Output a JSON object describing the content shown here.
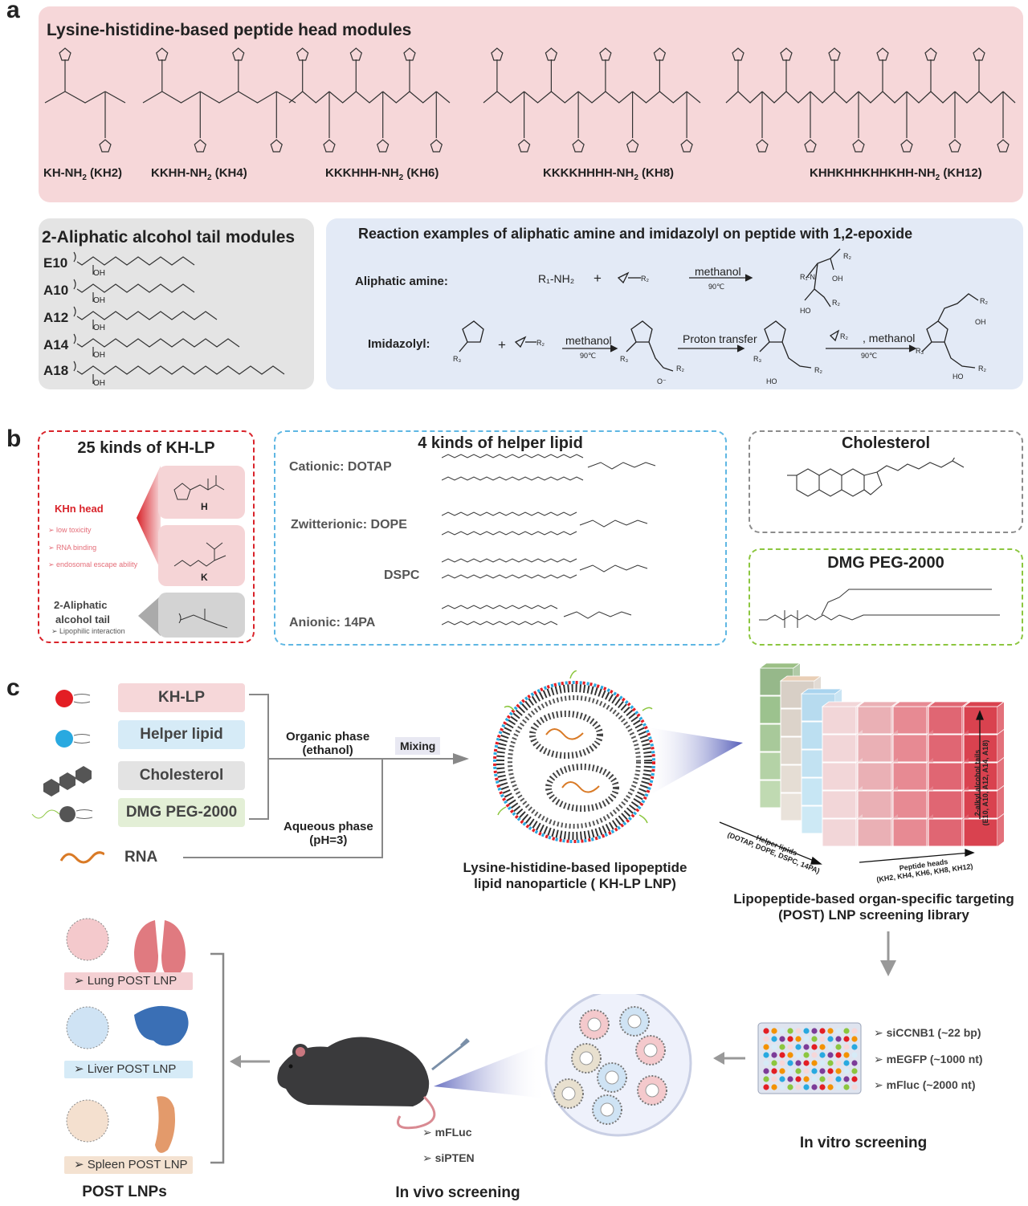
{
  "panel_a": {
    "letter": "a",
    "head_title": "Lysine-histidine-based peptide head modules",
    "heads": [
      {
        "name": "KH-NH",
        "sub": "2",
        "paren": " (KH2)"
      },
      {
        "name": "KKHH-NH",
        "sub": "2",
        "paren": " (KH4)"
      },
      {
        "name": "KKKHHH-NH",
        "sub": "2",
        "paren": " (KH6)"
      },
      {
        "name": "KKKKHHHH-NH",
        "sub": "2",
        "paren": " (KH8)"
      },
      {
        "name": "KHHKHHKHHKHH-NH",
        "sub": "2",
        "paren": " (KH12)"
      }
    ],
    "tail_title": "2-Aliphatic alcohol tail modules",
    "tails": [
      "E10",
      "A10",
      "A12",
      "A14",
      "A18"
    ],
    "oh": "OH",
    "reaction_title": "Reaction examples of aliphatic amine and imidazolyl on peptide with 1,2-epoxide",
    "aliphatic_label": "Aliphatic amine:",
    "imidazolyl_label": "Imidazolyl:",
    "methanol": "methanol",
    "temp": "90℃",
    "proton_transfer": "Proton transfer",
    "methanol_r2": ", methanol",
    "r1nh2": "R₁-NH₂",
    "plus": "+",
    "r2": "R₂",
    "r3": "R₃",
    "ho": "HO"
  },
  "panel_b": {
    "letter": "b",
    "khlp_title": "25 kinds of KH-LP",
    "khn_head": "KHn head",
    "khn_points": [
      "low toxicity",
      "RNA binding",
      "endosomal escape ability"
    ],
    "tail_label_1": "2-Aliphatic",
    "tail_label_2": "alcohol tail",
    "tail_point": "Lipophilic interaction",
    "aa_h": "H",
    "aa_k": "K",
    "helper_title": "4 kinds of helper lipid",
    "helpers": [
      "Cationic: DOTAP",
      "Zwitterionic: DOPE",
      "DSPC",
      "Anionic: 14PA"
    ],
    "cholesterol_title": "Cholesterol",
    "dmg_title": "DMG PEG-2000"
  },
  "panel_c": {
    "letter": "c",
    "components": [
      "KH-LP",
      "Helper lipid",
      "Cholesterol",
      "DMG PEG-2000"
    ],
    "rna": "RNA",
    "organic_phase_1": "Organic phase",
    "organic_phase_2": "(ethanol)",
    "aqueous_phase_1": "Aqueous phase",
    "aqueous_phase_2": "(pH=3)",
    "mixing": "Mixing",
    "lnp_caption_1": "Lysine-histidine-based lipopeptide",
    "lnp_caption_2": "lipid nanoparticle ( KH-LP LNP)",
    "cube_axis_tails_1": "2-alkyl alcohol tails",
    "cube_axis_tails_2": "(E10, A10, A12, A14, A18)",
    "cube_axis_helper_1": "Helper lipids",
    "cube_axis_helper_2": "(DOTAP, DOPE, DSPC, 14PA)",
    "cube_axis_peptide_1": "Peptide heads",
    "cube_axis_peptide_2": "(KH2, KH4, KH6, KH8, KH12)",
    "library_caption_1": "Lipopeptide-based organ-specific targeting",
    "library_caption_2": "(POST) LNP screening library",
    "invitro_items": [
      "siCCNB1 (~22 bp)",
      "mEGFP (~1000 nt)",
      "mFluc (~2000 nt)"
    ],
    "invitro_caption": "In vitro screening",
    "invivo_items": [
      "mFLuc",
      "siPTEN"
    ],
    "invivo_caption": "In vivo screening",
    "post_tags": [
      "Lung POST LNP",
      "Liver POST LNP",
      "Spleen POST LNP"
    ],
    "post_caption": "POST LNPs"
  }
}
